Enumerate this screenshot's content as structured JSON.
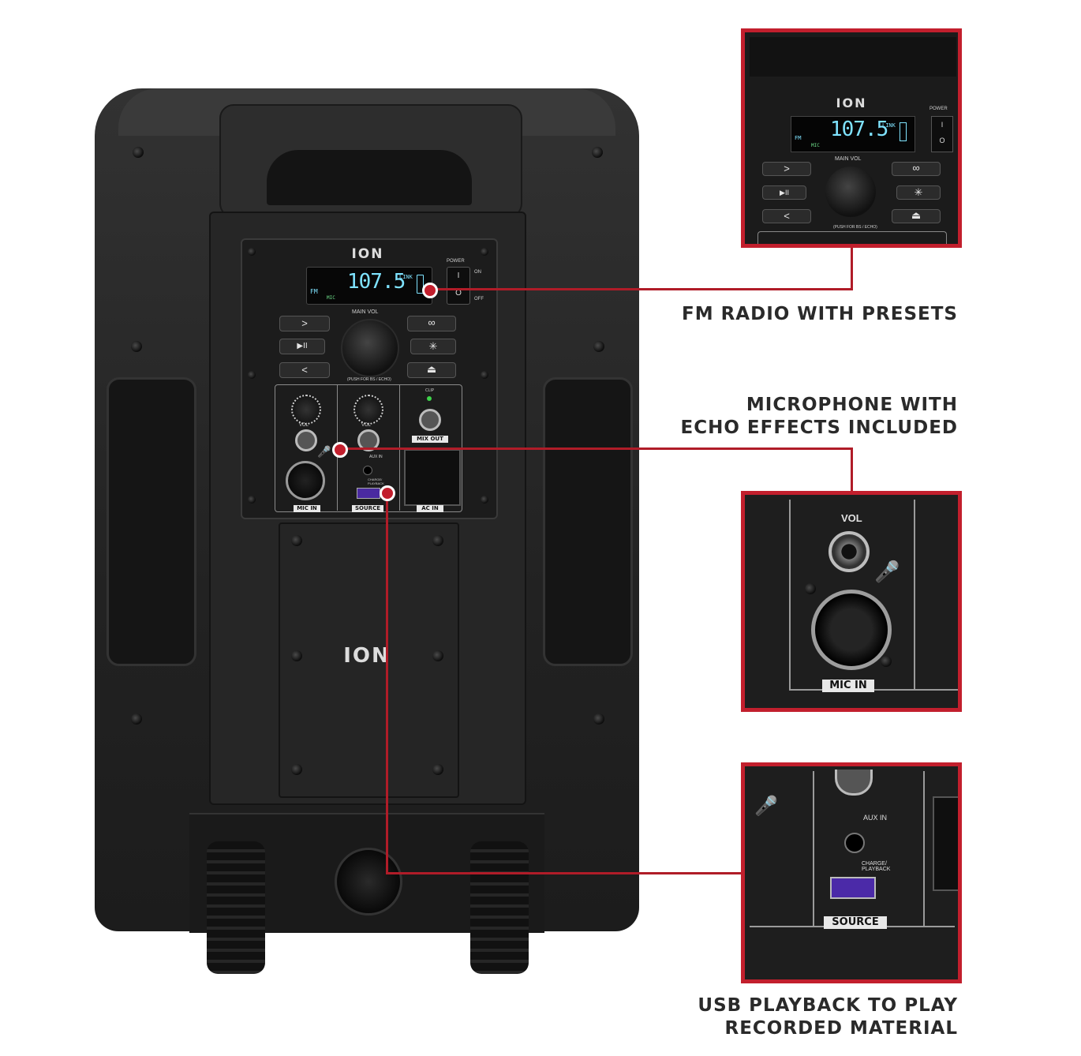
{
  "brand": "ION",
  "display": {
    "band": "FM",
    "frequency": "107.5",
    "link": "LINK",
    "mic": "MIC"
  },
  "power": {
    "label": "POWER",
    "on": "ON",
    "off": "OFF"
  },
  "controls": {
    "main_vol": "MAIN VOL",
    "push_hint": "(PUSH FOR BS / ECHO)",
    "next": ">",
    "play_pause": "▶II",
    "prev": "<",
    "repeat": "REPEAT",
    "source": "SOURCE"
  },
  "io_panel": {
    "vol_label": "VOL",
    "clip": "CLIP",
    "mix_out": "MIX OUT",
    "aux_in": "AUX IN",
    "charge_playback": "CHARGE/ PLAYBACK",
    "mic_in": "MIC IN",
    "source": "SOURCE",
    "ac_in": "AC IN"
  },
  "callouts": {
    "fm": "FM RADIO WITH PRESETS",
    "mic_line1": "MICROPHONE WITH",
    "mic_line2": "ECHO EFFECTS INCLUDED",
    "usb_line1": "USB PLAYBACK TO PLAY",
    "usb_line2": "RECORDED MATERIAL"
  },
  "colors": {
    "accent": "#c21f2d",
    "lcd": "#7fe3ff",
    "cabinet": "#2a2a2a"
  }
}
